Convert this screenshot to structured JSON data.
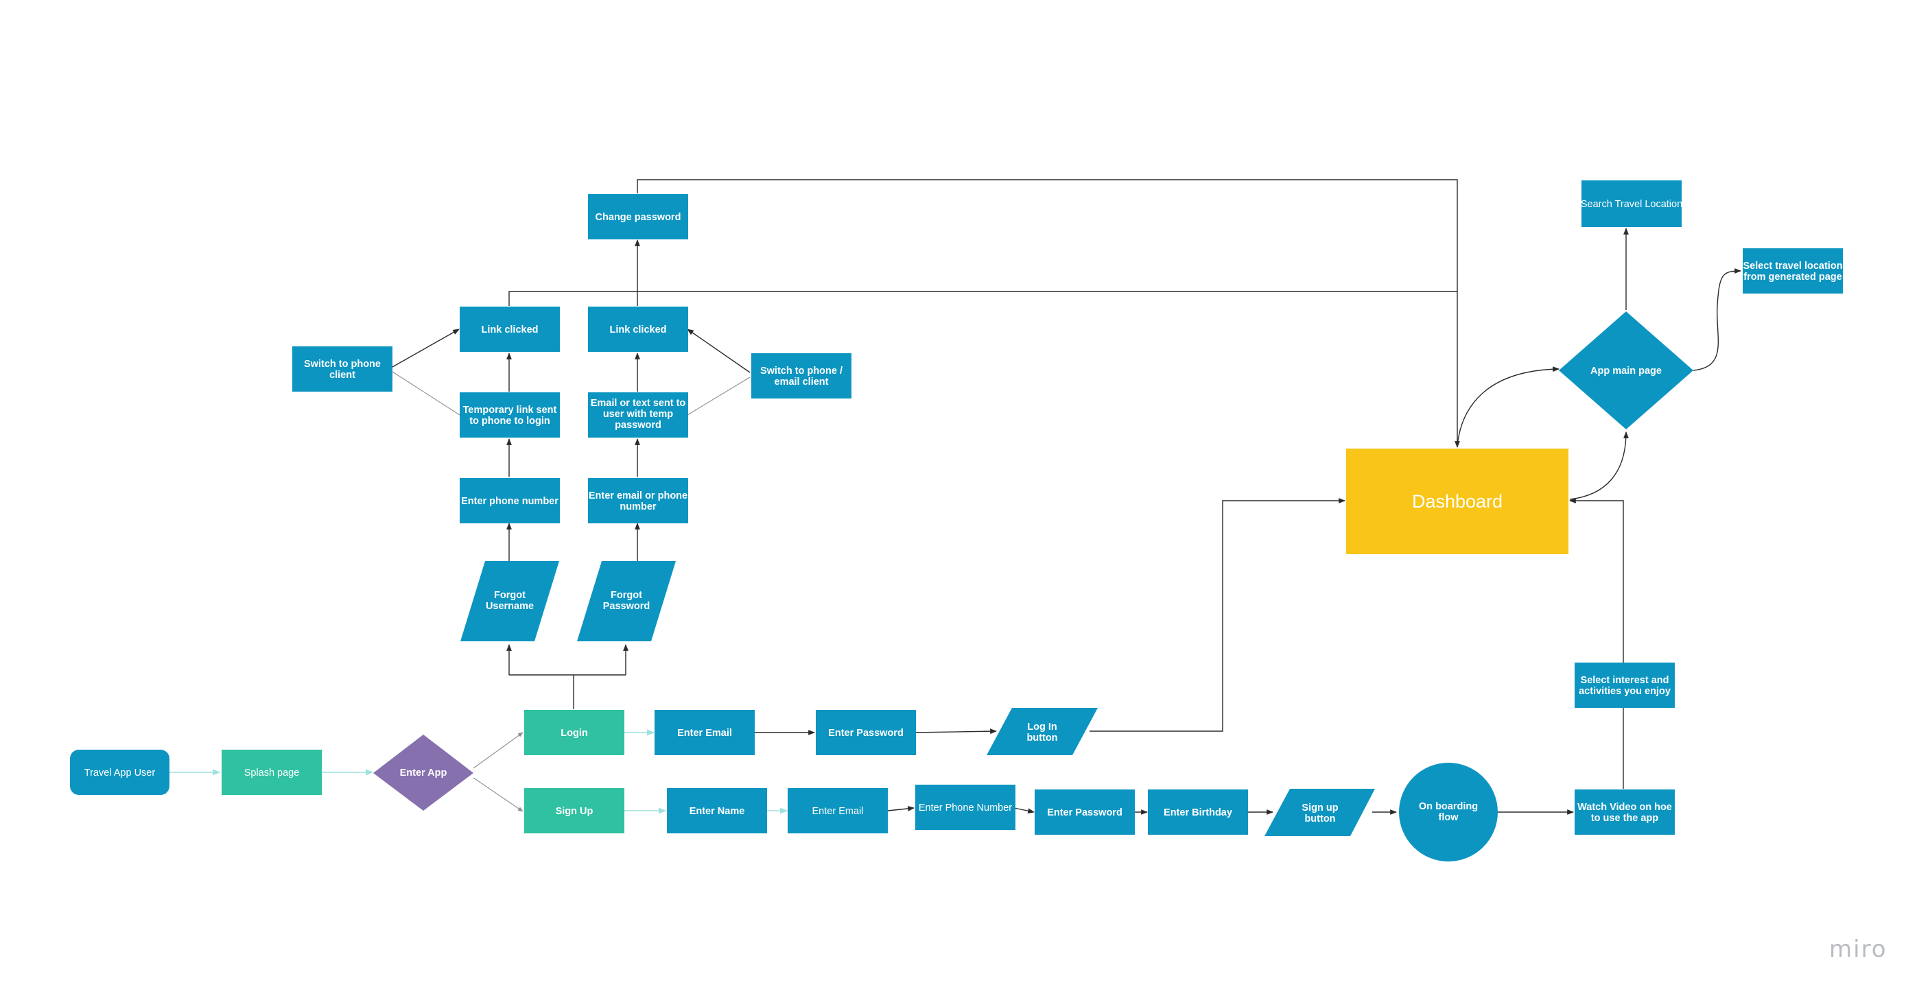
{
  "colors": {
    "blue": "#0d95c1",
    "teal": "#2fc1a1",
    "purple": "#8670ae",
    "yellow": "#f8c518",
    "text": "#ffffff",
    "line": "#2b2b2b",
    "teal_line": "#9ee0dc"
  },
  "watermark": "miro",
  "nodes": {
    "travel_app_user": "Travel App User",
    "splash_page": "Splash page",
    "enter_app": "Enter App",
    "login": "Login",
    "sign_up": "Sign Up",
    "login_enter_email": "Enter Email",
    "login_enter_password": "Enter Password",
    "log_in_button": [
      "Log In",
      "button"
    ],
    "signup_enter_name": "Enter Name",
    "signup_enter_email": "Enter Email",
    "signup_enter_phone": "Enter Phone Number",
    "signup_enter_password": "Enter Password",
    "signup_enter_birthday": "Enter Birthday",
    "sign_up_button": [
      "Sign up",
      "button"
    ],
    "on_boarding_flow": [
      "On boarding",
      "flow"
    ],
    "watch_video": [
      "Watch Video on hoe",
      "to use the app"
    ],
    "select_interest": [
      "Select interest and",
      "activities you enjoy"
    ],
    "dashboard": "Dashboard",
    "app_main_page": "App main page",
    "search_travel_location": "Search Travel Location",
    "select_travel_location": [
      "Select travel location",
      "from generated page"
    ],
    "forgot_username": [
      "Forgot",
      "Username"
    ],
    "forgot_password": [
      "Forgot",
      "Password"
    ],
    "enter_phone_number": "Enter phone number",
    "enter_email_or_phone": [
      "Enter email or phone",
      "number"
    ],
    "temporary_link": [
      "Temporary link sent",
      "to phone to login"
    ],
    "email_or_text_sent": [
      "Email or text sent to",
      "user with temp",
      "password"
    ],
    "link_clicked_left": "Link clicked",
    "link_clicked_right": "Link clicked",
    "change_password": "Change password",
    "switch_to_phone_client": [
      "Switch to phone",
      "client"
    ],
    "switch_to_phone_email_client": [
      "Switch to phone /",
      "email client"
    ]
  }
}
